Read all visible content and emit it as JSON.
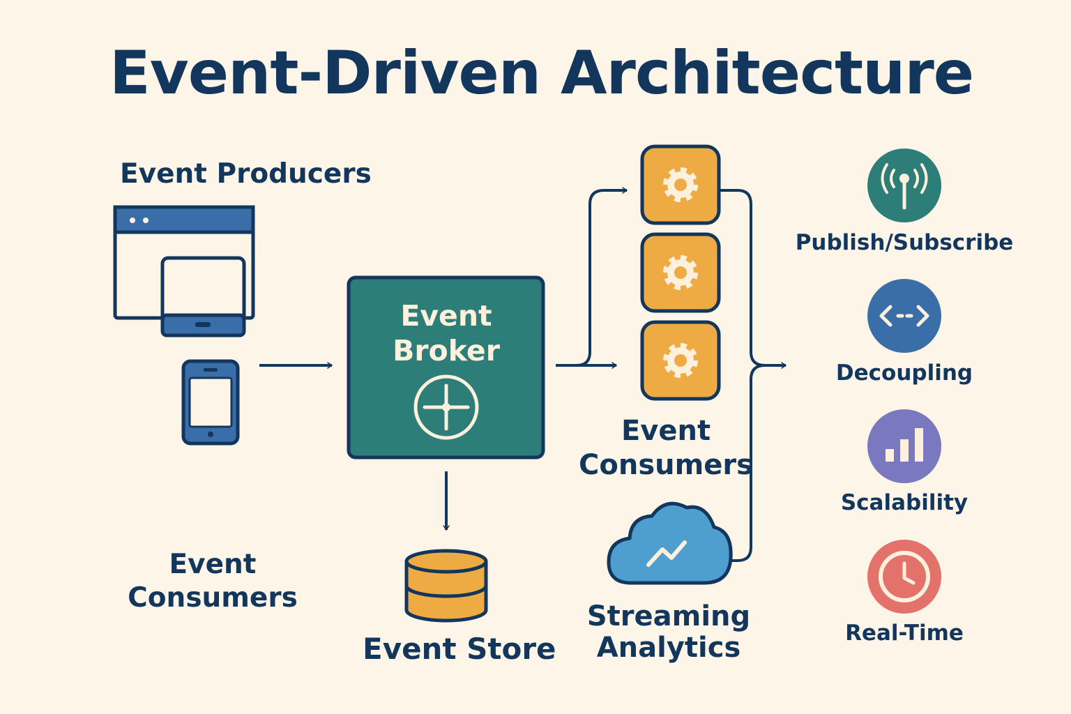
{
  "title": "Event-Driven Architecture",
  "producers": {
    "label": "Event Producers",
    "icons": [
      "browser-window-icon",
      "tablet-icon",
      "smartphone-icon"
    ]
  },
  "broker": {
    "line1": "Event",
    "line2": "Broker",
    "icon": "hub-cross-icon"
  },
  "store": {
    "label": "Event Store",
    "icon": "database-icon"
  },
  "consumers_left": {
    "line1": "Event",
    "line2": "Consumers"
  },
  "consumers_mid": {
    "line1": "Event",
    "line2": "Consumers",
    "icons": [
      "gear-icon",
      "gear-icon",
      "gear-icon"
    ]
  },
  "streaming": {
    "line1": "Streaming",
    "line2": "Analytics",
    "icon": "cloud-trend-icon"
  },
  "benefits": [
    {
      "label": "Publish/Subscribe",
      "icon": "antenna-icon",
      "color": "#2d7e78"
    },
    {
      "label": "Decoupling",
      "icon": "bidirectional-arrow-icon",
      "color": "#3a6ea8"
    },
    {
      "label": "Scalability",
      "icon": "bar-chart-icon",
      "color": "#7a78bf"
    },
    {
      "label": "Real-Time",
      "icon": "clock-icon",
      "color": "#e3736a"
    }
  ],
  "colors": {
    "background": "#fdf5e8",
    "navy": "#13365c",
    "teal": "#2d7e78",
    "orange": "#eeaa43",
    "blue_light": "#4e9fcf",
    "blue_panel": "#3a6ea8"
  }
}
